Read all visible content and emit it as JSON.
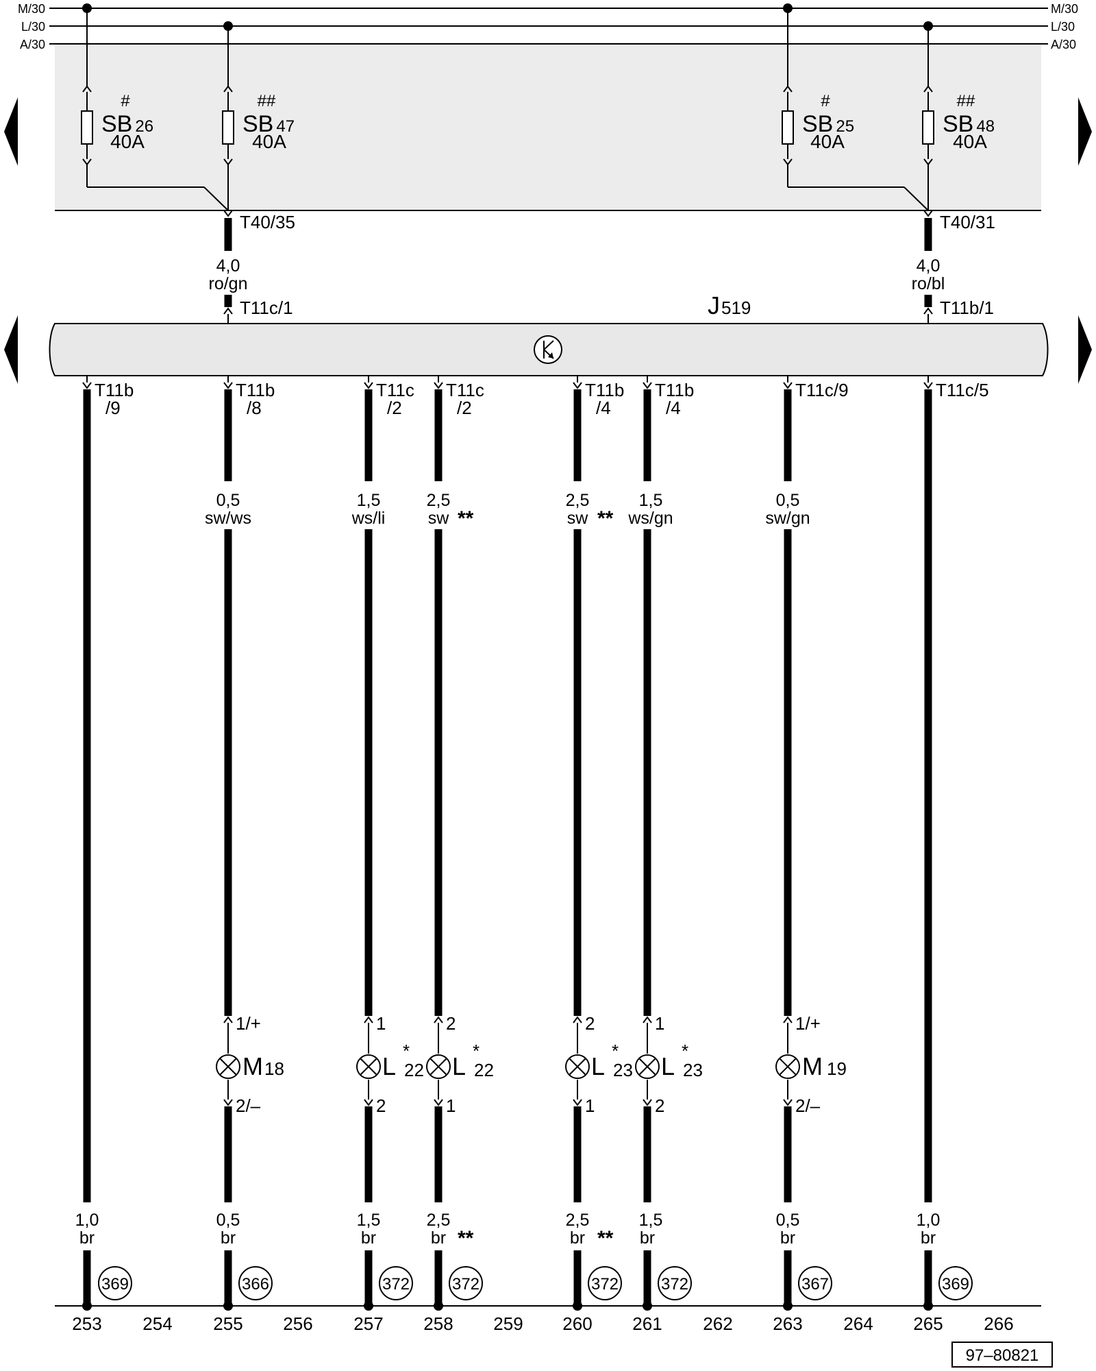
{
  "colors": {
    "ink": "#000000",
    "fuse_box_fill": "#ececec",
    "relay_bar_fill": "#e8e8e8",
    "background": "#ffffff"
  },
  "rails": [
    "M/30",
    "L/30",
    "A/30"
  ],
  "fuses": [
    {
      "mark": "#",
      "name": "SB",
      "num": "26",
      "amp": "40A"
    },
    {
      "mark": "##",
      "name": "SB",
      "num": "47",
      "amp": "40A"
    },
    {
      "mark": "#",
      "name": "SB",
      "num": "25",
      "amp": "40A"
    },
    {
      "mark": "##",
      "name": "SB",
      "num": "48",
      "amp": "40A"
    }
  ],
  "feeds": [
    {
      "connector": "T40/35",
      "gauge": "4,0",
      "color": "ro/gn",
      "pin": "T11c/1"
    },
    {
      "connector": "T40/31",
      "gauge": "4,0",
      "color": "ro/bl",
      "pin": "T11b/1"
    }
  ],
  "control_unit": {
    "name": "J",
    "num": "519",
    "symbol_icon": "transistor-icon"
  },
  "outputs": [
    {
      "pin1": "T11b",
      "pin2": "/9",
      "top_gauge": "",
      "top_color": "",
      "top_mark": "",
      "comp_name": "",
      "comp_num": "",
      "comp_star": "",
      "comp_in": "",
      "comp_out": "",
      "bot_gauge": "1,0",
      "bot_color": "br",
      "bot_mark": "",
      "ref": "369"
    },
    {
      "pin1": "T11b",
      "pin2": "/8",
      "top_gauge": "0,5",
      "top_color": "sw/ws",
      "top_mark": "",
      "comp_name": "M",
      "comp_num": "18",
      "comp_star": "",
      "comp_in": "1/+",
      "comp_out": "2/–",
      "bot_gauge": "0,5",
      "bot_color": "br",
      "bot_mark": "",
      "ref": "366"
    },
    {
      "pin1": "T11c",
      "pin2": "/2",
      "top_gauge": "1,5",
      "top_color": "ws/li",
      "top_mark": "",
      "comp_name": "L",
      "comp_num": "22",
      "comp_star": "*",
      "comp_in": "1",
      "comp_out": "2",
      "bot_gauge": "1,5",
      "bot_color": "br",
      "bot_mark": "",
      "ref": "372"
    },
    {
      "pin1": "T11c",
      "pin2": "/2",
      "top_gauge": "2,5",
      "top_color": "sw",
      "top_mark": "**",
      "comp_name": "L",
      "comp_num": "22",
      "comp_star": "*",
      "comp_in": "2",
      "comp_out": "1",
      "bot_gauge": "2,5",
      "bot_color": "br",
      "bot_mark": "**",
      "ref": "372"
    },
    {
      "pin1": "T11b",
      "pin2": "/4",
      "top_gauge": "2,5",
      "top_color": "sw",
      "top_mark": "**",
      "comp_name": "L",
      "comp_num": "23",
      "comp_star": "*",
      "comp_in": "2",
      "comp_out": "1",
      "bot_gauge": "2,5",
      "bot_color": "br",
      "bot_mark": "**",
      "ref": "372"
    },
    {
      "pin1": "T11b",
      "pin2": "/4",
      "top_gauge": "1,5",
      "top_color": "ws/gn",
      "top_mark": "",
      "comp_name": "L",
      "comp_num": "23",
      "comp_star": "*",
      "comp_in": "1",
      "comp_out": "2",
      "bot_gauge": "1,5",
      "bot_color": "br",
      "bot_mark": "",
      "ref": "372"
    },
    {
      "pin1": "T11c/9",
      "pin2": "",
      "top_gauge": "0,5",
      "top_color": "sw/gn",
      "top_mark": "",
      "comp_name": "M",
      "comp_num": "19",
      "comp_star": "",
      "comp_in": "1/+",
      "comp_out": "2/–",
      "bot_gauge": "0,5",
      "bot_color": "br",
      "bot_mark": "",
      "ref": "367"
    },
    {
      "pin1": "T11c/5",
      "pin2": "",
      "top_gauge": "",
      "top_color": "",
      "top_mark": "",
      "comp_name": "",
      "comp_num": "",
      "comp_star": "",
      "comp_in": "",
      "comp_out": "",
      "bot_gauge": "1,0",
      "bot_color": "br",
      "bot_mark": "",
      "ref": "369"
    }
  ],
  "grid_numbers": [
    "253",
    "254",
    "255",
    "256",
    "257",
    "258",
    "259",
    "260",
    "261",
    "262",
    "263",
    "264",
    "265",
    "266"
  ],
  "footer": {
    "code": "97–80821"
  }
}
